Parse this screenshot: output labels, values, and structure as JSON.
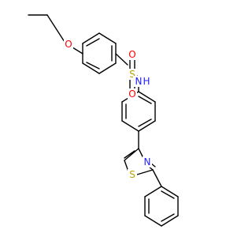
{
  "atoms": [
    {
      "id": "o_ether",
      "symbol": "O",
      "color": "#ff0000"
    },
    {
      "id": "s_sulfonyl",
      "symbol": "S",
      "color": "#b8a000"
    },
    {
      "id": "o_sulfonyl_top",
      "symbol": "O",
      "color": "#ff0000"
    },
    {
      "id": "o_sulfonyl_bottom",
      "symbol": "O",
      "color": "#ff0000"
    },
    {
      "id": "n_amide",
      "symbol": "N",
      "color": "#2020ff"
    },
    {
      "id": "h_amide",
      "symbol": "H",
      "color": "#2020ff"
    },
    {
      "id": "s_thiazole",
      "symbol": "S",
      "color": "#b8a000"
    },
    {
      "id": "n_thiazole",
      "symbol": "N",
      "color": "#2020ff"
    }
  ],
  "colors": {
    "bond": "#000000",
    "background": "#ffffff"
  }
}
